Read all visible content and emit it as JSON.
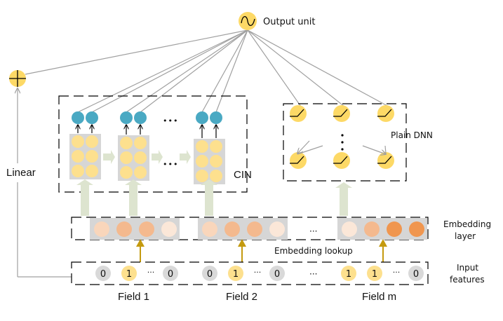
{
  "labels": {
    "output_unit": "Output unit",
    "linear": "Linear",
    "cin": "CIN",
    "plain_dnn": "Plain DNN",
    "embedding_layer_line1": "Embedding",
    "embedding_layer_line2": "layer",
    "embedding_lookup": "Embedding lookup",
    "input_features_line1": "Input",
    "input_features_line2": "features",
    "ellipsis_h": "•••",
    "ellipsis_small": "···"
  },
  "fields": [
    {
      "label": "Field 1",
      "values": [
        "0",
        "1",
        "···",
        "0"
      ],
      "active": [
        false,
        true,
        null,
        false
      ]
    },
    {
      "label": "Field 2",
      "values": [
        "0",
        "1",
        "···",
        "0"
      ],
      "active": [
        false,
        true,
        null,
        false
      ]
    },
    {
      "label": "Field m",
      "values": [
        "1",
        "1",
        "···",
        "0"
      ],
      "active": [
        true,
        true,
        null,
        false
      ]
    }
  ],
  "embeddings": [
    {
      "colors": [
        "#f9d6bb",
        "#f4b98e",
        "#f4b98e",
        "#fbe7d8"
      ]
    },
    {
      "colors": [
        "#f9d6bb",
        "#f4b98e",
        "#f4b98e",
        "#fbe7d8"
      ]
    },
    {
      "colors": [
        "#fbe7d8",
        "#f4b98e",
        "#f0964f",
        "#f0964f"
      ]
    }
  ],
  "colors": {
    "yellow_unit": "#fdd966",
    "cin_cell": "#fde08e",
    "cin_output": "#4aa9c3",
    "matrix_bg": "#d6d6d6",
    "green_arrow": "#dde4cf",
    "lookup_arrow": "#c49a0f",
    "zero_node": "#d9d9d9",
    "one_node": "#fde08e",
    "line_gray": "#a0a0a0"
  }
}
